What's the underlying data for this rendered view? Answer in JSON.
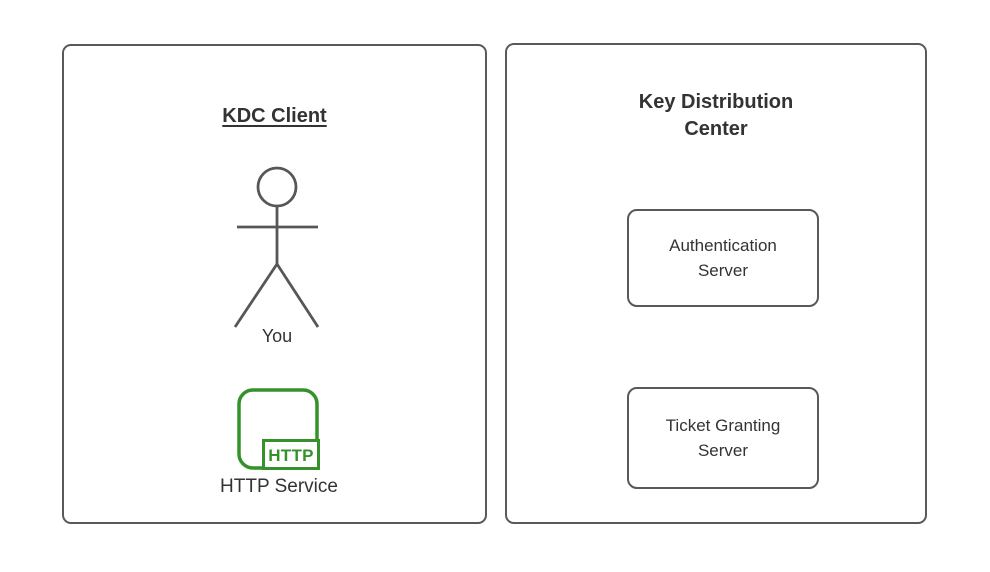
{
  "client_panel": {
    "title": "KDC Client",
    "actor_label": "You",
    "http_badge_label": "HTTP",
    "http_service_label": "HTTP Service"
  },
  "kdc_panel": {
    "title": "Key Distribution Center",
    "servers": [
      {
        "label": "Authentication Server"
      },
      {
        "label": "Ticket Granting Server"
      }
    ]
  },
  "colors": {
    "panel_border": "#595959",
    "text": "#333333",
    "actor_stroke": "#575757",
    "http_green": "#35922b"
  }
}
